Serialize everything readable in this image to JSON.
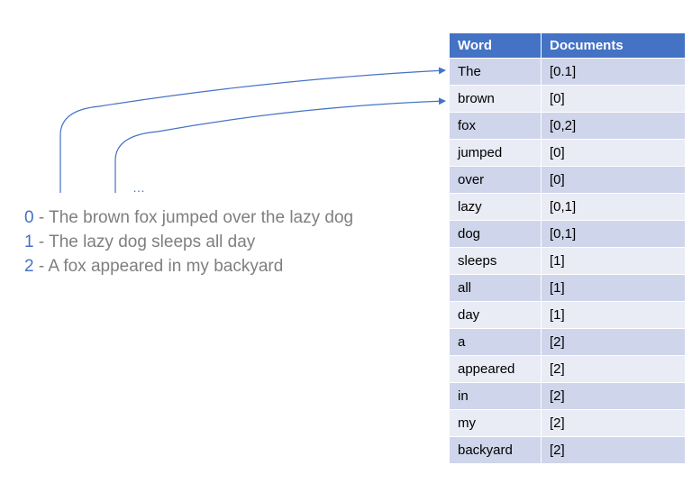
{
  "documents": [
    {
      "id": "0",
      "text": " - The brown fox jumped over the lazy dog"
    },
    {
      "id": "1",
      "text": " - The lazy dog sleeps all day"
    },
    {
      "id": "2",
      "text": " - A fox appeared in my backyard"
    }
  ],
  "ellipsis": "…",
  "colors": {
    "accent": "#4472c4",
    "row_odd": "#cfd5ea",
    "row_even": "#e9ebf5",
    "text_gray": "#7f7f7f"
  },
  "table": {
    "headers": [
      "Word",
      "Documents"
    ],
    "rows": [
      [
        "The",
        "[0.1]"
      ],
      [
        "brown",
        "[0]"
      ],
      [
        "fox",
        "[0,2]"
      ],
      [
        "jumped",
        "[0]"
      ],
      [
        "over",
        "[0]"
      ],
      [
        "lazy",
        "[0,1]"
      ],
      [
        "dog",
        "[0,1]"
      ],
      [
        "sleeps",
        "[1]"
      ],
      [
        "all",
        "[1]"
      ],
      [
        "day",
        "[1]"
      ],
      [
        "a",
        "[2]"
      ],
      [
        "appeared",
        "[2]"
      ],
      [
        "in",
        "[2]"
      ],
      [
        "my",
        "[2]"
      ],
      [
        "backyard",
        "[2]"
      ]
    ]
  }
}
